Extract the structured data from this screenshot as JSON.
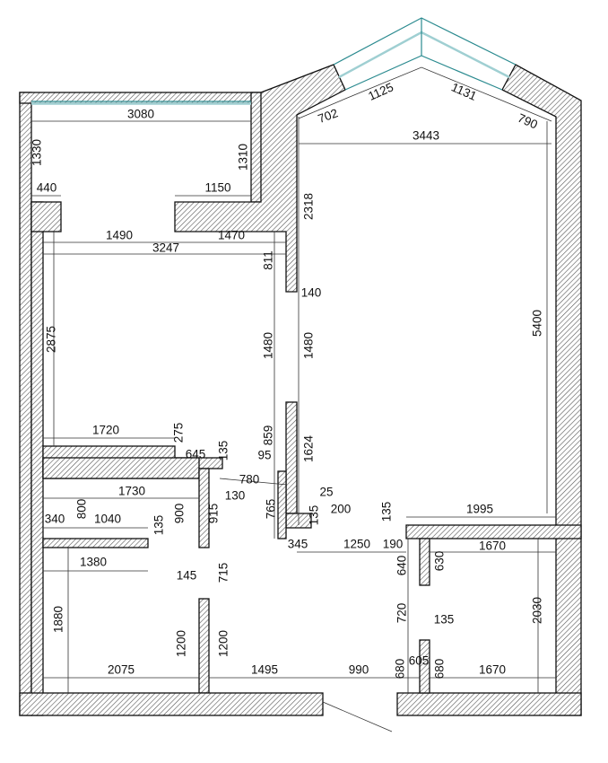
{
  "title": "Apartment floor plan with dimensions (mm)",
  "colors": {
    "wall_outline": "#111111",
    "hatch": "#555555",
    "window": "#2a8a8f"
  },
  "dimensions": [
    "3080",
    "1330",
    "1310",
    "440",
    "1150",
    "1490",
    "3247",
    "1470",
    "811",
    "140",
    "1480",
    "1480",
    "2875",
    "1720",
    "275",
    "645",
    "135",
    "859",
    "95",
    "1624",
    "780",
    "130",
    "1730",
    "800",
    "340",
    "1040",
    "135",
    "900",
    "915",
    "765",
    "25",
    "200",
    "135",
    "345",
    "1250",
    "190",
    "135",
    "1995",
    "1670",
    "640",
    "630",
    "1380",
    "145",
    "715",
    "720",
    "135",
    "2030",
    "1880",
    "1200",
    "1200",
    "2075",
    "1495",
    "990",
    "680",
    "605",
    "680",
    "1670",
    "5400",
    "3443",
    "2318",
    "702",
    "1125",
    "1131",
    "790"
  ]
}
